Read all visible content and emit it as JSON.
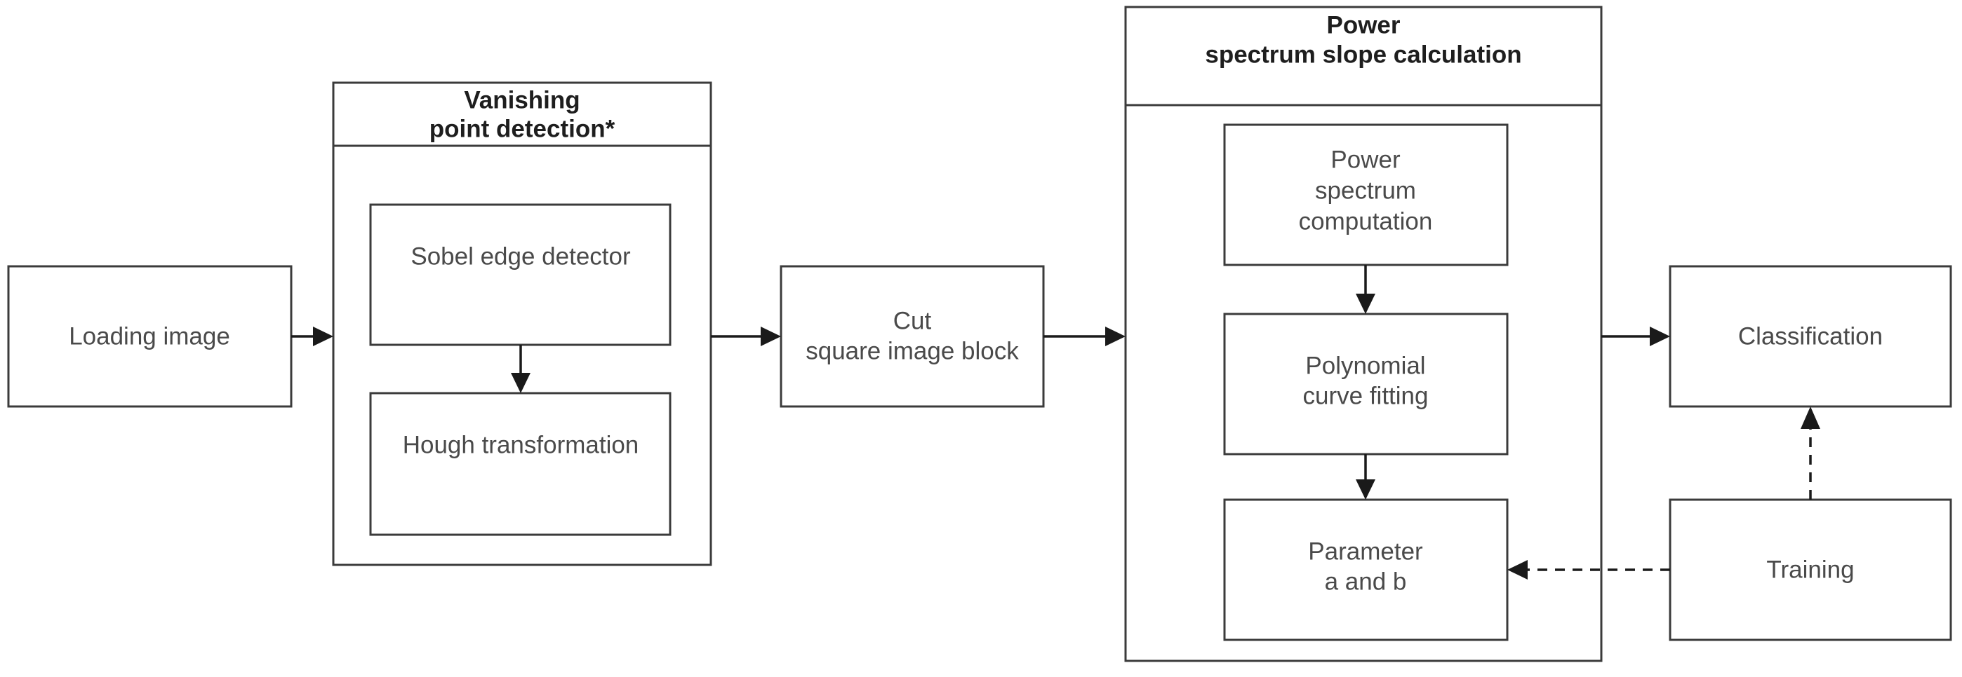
{
  "diagram": {
    "title": "Image quality classification pipeline flowchart",
    "colors": {
      "background": "#ffffff",
      "box_border": "#3b3b3b",
      "node_text": "#4a4a4a",
      "group_text": "#1e1e1e",
      "edge": "#1a1a1a"
    },
    "nodes": [
      {
        "id": "loading_image",
        "label": "Loading image",
        "lines": [
          "Loading image"
        ],
        "type": "process"
      },
      {
        "id": "sobel_edge_detector",
        "label": "Sobel edge detector",
        "lines": [
          "Sobel edge detector"
        ],
        "type": "process"
      },
      {
        "id": "hough_transformation",
        "label": "Hough transformation",
        "lines": [
          "Hough transformation"
        ],
        "type": "process"
      },
      {
        "id": "cut_square_image_block",
        "label": "Cut square image block",
        "lines": [
          "Cut",
          "square image block"
        ],
        "type": "process"
      },
      {
        "id": "power_spectrum_computation",
        "label": "Power spectrum computation",
        "lines": [
          "Power",
          "spectrum",
          "computation"
        ],
        "type": "process"
      },
      {
        "id": "polynomial_curve_fitting",
        "label": "Polynomial curve fitting",
        "lines": [
          "Polynomial",
          "curve fitting"
        ],
        "type": "process"
      },
      {
        "id": "parameter_a_and_b",
        "label": "Parameter a and b",
        "lines": [
          "Parameter",
          "a and b"
        ],
        "type": "process"
      },
      {
        "id": "classification",
        "label": "Classification",
        "lines": [
          "Classification"
        ],
        "type": "process"
      },
      {
        "id": "training",
        "label": "Training",
        "lines": [
          "Training"
        ],
        "type": "process"
      }
    ],
    "groups": [
      {
        "id": "vanishing_point_detection",
        "label": "Vanishing point detection*",
        "lines": [
          "Vanishing",
          "point detection*"
        ],
        "contains": [
          "sobel_edge_detector",
          "hough_transformation"
        ]
      },
      {
        "id": "power_spectrum_slope_calculation",
        "label": "Power spectrum slope calculation",
        "lines": [
          "Power",
          "spectrum slope calculation"
        ],
        "contains": [
          "power_spectrum_computation",
          "polynomial_curve_fitting",
          "parameter_a_and_b"
        ]
      }
    ],
    "edges": [
      {
        "id": "e1",
        "from": "loading_image",
        "to": "vanishing_point_detection",
        "style": "solid",
        "direction": "right"
      },
      {
        "id": "e2",
        "from": "sobel_edge_detector",
        "to": "hough_transformation",
        "style": "solid",
        "direction": "down"
      },
      {
        "id": "e3",
        "from": "vanishing_point_detection",
        "to": "cut_square_image_block",
        "style": "solid",
        "direction": "right"
      },
      {
        "id": "e4",
        "from": "cut_square_image_block",
        "to": "power_spectrum_slope_calculation",
        "style": "solid",
        "direction": "right"
      },
      {
        "id": "e5",
        "from": "power_spectrum_computation",
        "to": "polynomial_curve_fitting",
        "style": "solid",
        "direction": "down"
      },
      {
        "id": "e6",
        "from": "polynomial_curve_fitting",
        "to": "parameter_a_and_b",
        "style": "solid",
        "direction": "down"
      },
      {
        "id": "e7",
        "from": "power_spectrum_slope_calculation",
        "to": "classification",
        "style": "solid",
        "direction": "right"
      },
      {
        "id": "e8",
        "from": "training",
        "to": "parameter_a_and_b",
        "style": "dashed",
        "direction": "left"
      },
      {
        "id": "e9",
        "from": "training",
        "to": "classification",
        "style": "dashed",
        "direction": "up"
      }
    ],
    "footnote_marker": "*"
  }
}
